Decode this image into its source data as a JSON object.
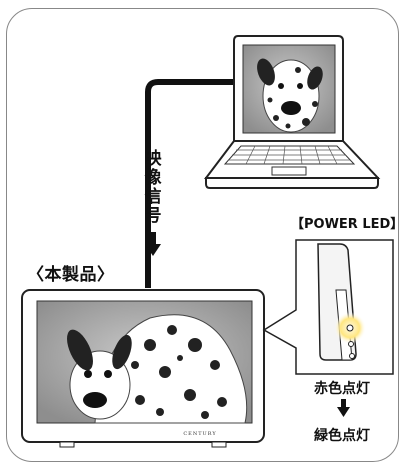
{
  "labels": {
    "signal": [
      "映",
      "像",
      "信",
      "号"
    ],
    "product": "〈本製品〉",
    "power_led": "【POWER LED】",
    "led_red": "赤色点灯",
    "led_green": "緑色点灯",
    "brand": "CENTURY"
  },
  "icons": {
    "signal_arrow": "arrow-down-icon",
    "led_arrow": "arrow-down-icon"
  },
  "colors": {
    "cable": "#111111",
    "frame": "#888888",
    "screen_bg": "#b4b4b4",
    "led_glow": "#fff6c8"
  }
}
